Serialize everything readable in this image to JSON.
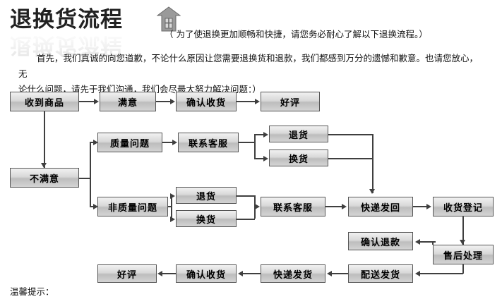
{
  "header": {
    "title": "退换货流程",
    "icon": "house-icon",
    "subtitle": "（ 为了使退换更加顺畅和快捷，请您务必耐心了解以下退换流程。）"
  },
  "intro": {
    "line1": "首先，我们真诚的向您道歉，不论什么原因让您需要退换货和退款，我们都感到万分的遗憾和歉意。也请您放心，无",
    "line2": "论什么问题，请先于我们沟通，我们会尽最大努力解决问题：）"
  },
  "footer": {
    "tip": "温馨提示："
  },
  "nodes": [
    {
      "id": "n1",
      "label": "收到商品"
    },
    {
      "id": "n2",
      "label": "满意"
    },
    {
      "id": "n3",
      "label": "确认收货"
    },
    {
      "id": "n4",
      "label": "好评"
    },
    {
      "id": "n5",
      "label": "质量问题"
    },
    {
      "id": "n6",
      "label": "联系客服"
    },
    {
      "id": "n7",
      "label": "退货"
    },
    {
      "id": "n8",
      "label": "换货"
    },
    {
      "id": "n9",
      "label": "不满意"
    },
    {
      "id": "n10",
      "label": "非质量问题"
    },
    {
      "id": "n11",
      "label": "退货"
    },
    {
      "id": "n12",
      "label": "换货"
    },
    {
      "id": "n13",
      "label": "联系客服"
    },
    {
      "id": "n14",
      "label": "快递发回"
    },
    {
      "id": "n15",
      "label": "收货登记"
    },
    {
      "id": "n16",
      "label": "确认退款"
    },
    {
      "id": "n17",
      "label": "售后处理"
    },
    {
      "id": "n18",
      "label": "配送发货"
    },
    {
      "id": "n19",
      "label": "快递发货"
    },
    {
      "id": "n20",
      "label": "确认收货"
    },
    {
      "id": "n21",
      "label": "好评"
    }
  ],
  "colors": {
    "box_border": "#555555",
    "box_fill_light": "#f1f1f1",
    "box_fill_dark": "#bdbdbd",
    "line": "#3f3f3f",
    "text": "#111111"
  }
}
